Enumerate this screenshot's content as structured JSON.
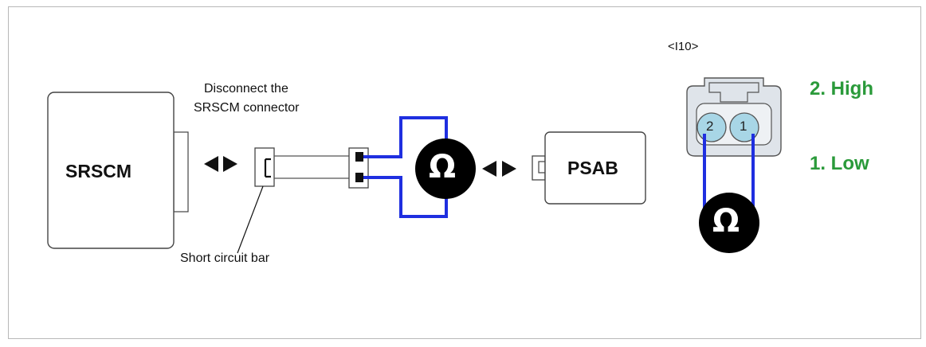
{
  "diagram": {
    "srscm_label": "SRSCM",
    "psab_label": "PSAB",
    "disconnect_note_line1": "Disconnect the",
    "disconnect_note_line2": "SRSCM connector",
    "short_bar_label": "Short circuit bar",
    "connector_id": "<I10>",
    "pin_high_label": "2. High",
    "pin_low_label": "1. Low",
    "pin_2_number": "2",
    "pin_1_number": "1",
    "ohmmeter_symbol": "Ω",
    "arrow_symbol_left": "◀",
    "arrow_symbol_right": "▶"
  },
  "colors": {
    "wire": "#1f2fe0",
    "pin_label_green": "#2a9a3a",
    "pin_fill": "#a8d6e6",
    "connector_body": "#dfe4ea",
    "meter_fill": "#000000"
  },
  "icons": [
    "double-arrow-icon",
    "ohmmeter-icon",
    "connector-icon"
  ]
}
